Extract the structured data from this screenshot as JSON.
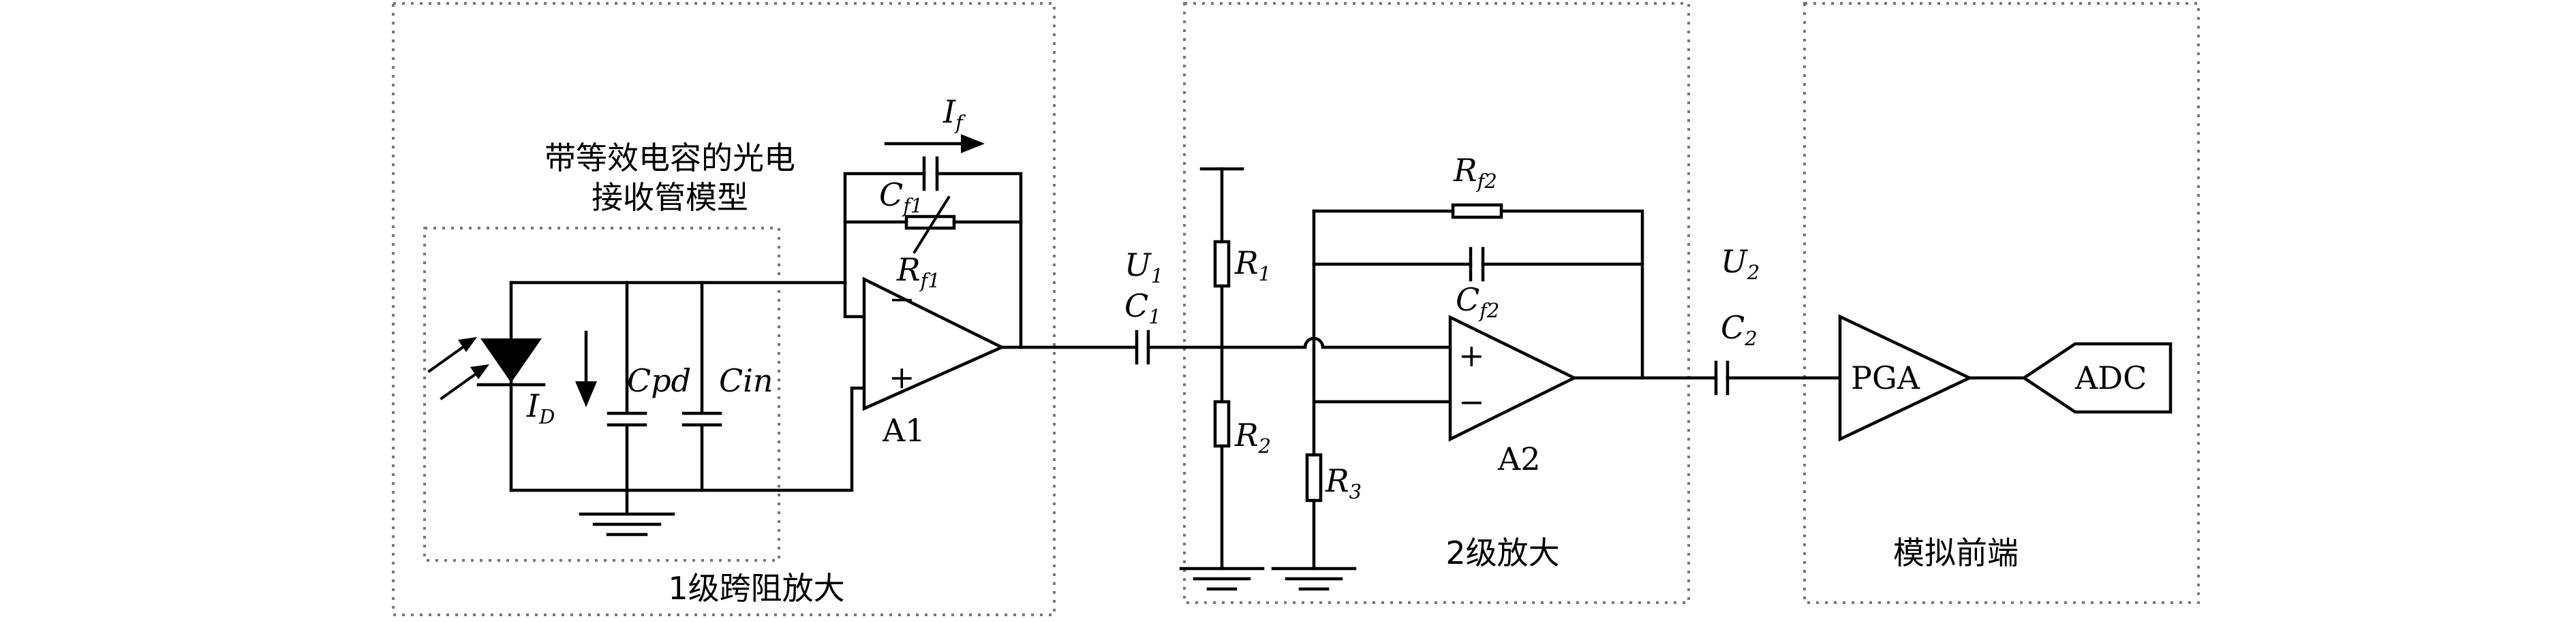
{
  "blocks": {
    "stage1_title": "1级跨阻放大",
    "stage2_title": "2级放大",
    "frontend_title": "模拟前端",
    "photodiode_model_line1": "带等效电容的光电",
    "photodiode_model_line2": "接收管模型"
  },
  "components": {
    "id": {
      "name": "I",
      "sub": "D"
    },
    "cpd": {
      "name": "C",
      "sub": "pd"
    },
    "cin": {
      "name": "C",
      "sub": "in"
    },
    "cf1": {
      "name": "C",
      "sub": "f1"
    },
    "rf1": {
      "name": "R",
      "sub": "f1"
    },
    "if": {
      "name": "I",
      "sub": "f"
    },
    "a1": "A1",
    "a2": "A2",
    "u1": {
      "name": "U",
      "sub": "1"
    },
    "c1": {
      "name": "C",
      "sub": "1"
    },
    "r1": {
      "name": "R",
      "sub": "1"
    },
    "r2": {
      "name": "R",
      "sub": "2"
    },
    "r3": {
      "name": "R",
      "sub": "3"
    },
    "rf2": {
      "name": "R",
      "sub": "f2"
    },
    "cf2": {
      "name": "C",
      "sub": "f2"
    },
    "u2": {
      "name": "U",
      "sub": "2"
    },
    "c2": {
      "name": "C",
      "sub": "2"
    },
    "pga": "PGA",
    "adc": "ADC",
    "amp_minus": "−",
    "amp_plus": "+"
  }
}
